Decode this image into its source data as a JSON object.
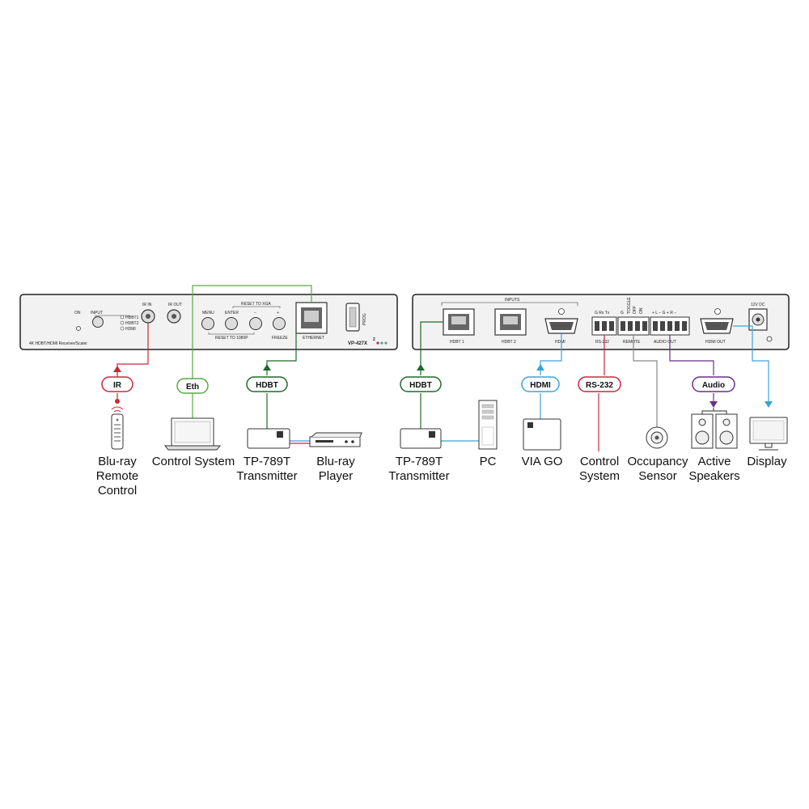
{
  "colors": {
    "ir": "#c8283c",
    "eth": "#5aa845",
    "hdbt": "#1e6b2a",
    "hdmi": "#3aa3d6",
    "rs232": "#c8283c",
    "audio": "#6a2f8a",
    "display": "#3aa3d6",
    "grey": "#888888",
    "panel_fill": "#f2f2f2",
    "panel_stroke": "#222222"
  },
  "front_panel": {
    "on_label": "ON",
    "input_label": "INPUT",
    "hdbt1_led": "HDBT1",
    "hdbt2_led": "HDBT2",
    "hdmi_led": "HDMI",
    "ir_in_label": "IR IN",
    "ir_out_label": "IR OUT",
    "reset_xga_label": "RESET TO XGA",
    "menu_label": "MENU",
    "enter_label": "ENTER",
    "minus_label": "−",
    "plus_label": "+",
    "reset_1080p_label": "RESET TO 1080P",
    "freeze_label": "FREEZE",
    "ethernet_label": "ETHERNET",
    "prog_label": "PROG",
    "model": "VP-427X",
    "model_sup": "2",
    "description": "4K HDBT/HDMI Receiver/Scaler"
  },
  "rear_panel": {
    "inputs_label": "INPUTS",
    "hdbt1_label": "HDBT 1",
    "hdbt2_label": "HDBT 2",
    "hdmi_label": "HDMI",
    "rs232_pins": "G  Rx  Tx",
    "rs232_label": "RS-232",
    "remote_pins": "G",
    "toggle_label": "TOGGLE",
    "off_label": "OFF",
    "on_label": "ON",
    "remote_label": "REMOTE",
    "audio_pins": "+ L −  G  + R −",
    "audio_label": "AUDIO OUT",
    "hdmi_out_label": "HDMI OUT",
    "dc_label": "12V DC"
  },
  "badges": {
    "ir": "IR",
    "eth": "Eth",
    "hdbt_left": "HDBT",
    "hdbt_right": "HDBT",
    "hdmi": "HDMI",
    "rs232": "RS-232",
    "audio": "Audio"
  },
  "devices": {
    "bluray_remote": [
      "Blu-ray",
      "Remote",
      "Control"
    ],
    "control_system_left": [
      "Control System"
    ],
    "tp789t_left": [
      "TP-789T",
      "Transmitter"
    ],
    "bluray_player": [
      "Blu-ray",
      "Player"
    ],
    "tp789t_right": [
      "TP-789T",
      "Transmitter"
    ],
    "pc": [
      "PC"
    ],
    "via_go": [
      "VIA GO"
    ],
    "control_system_right": [
      "Control",
      "System"
    ],
    "occupancy_sensor": [
      "Occupancy",
      "Sensor"
    ],
    "active_speakers": [
      "Active",
      "Speakers"
    ],
    "display": [
      "Display"
    ]
  }
}
